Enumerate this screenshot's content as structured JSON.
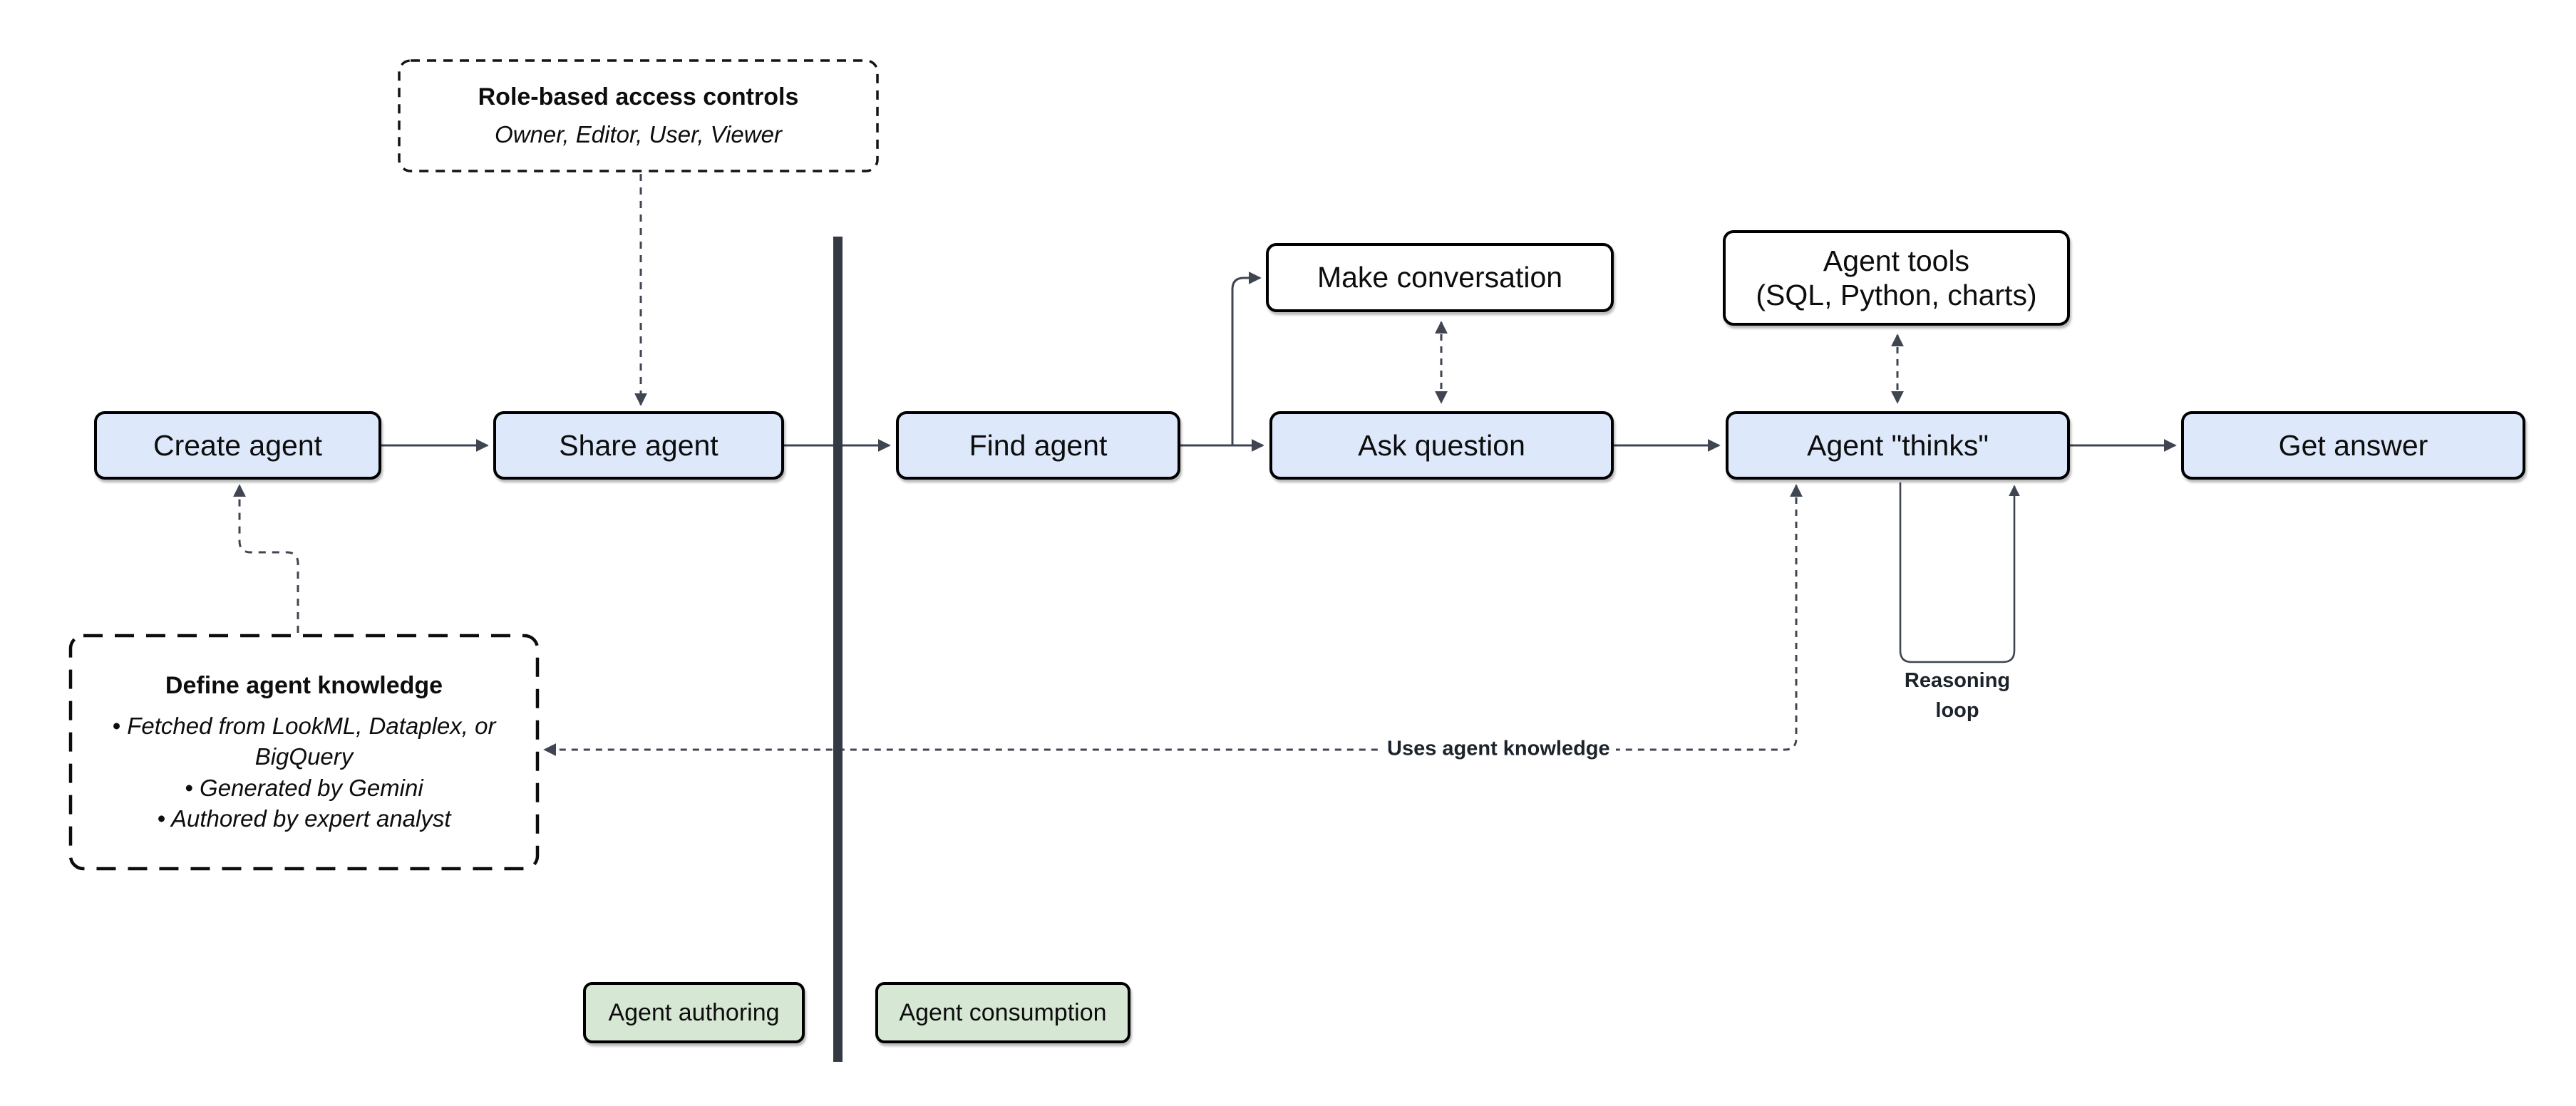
{
  "diagram": {
    "title_hint": "Agent authoring and consumption flow",
    "colors": {
      "node_fill": "#dde9fb",
      "plain_fill": "#ffffff",
      "lane_fill": "#d6e8d4",
      "node_border": "#000000",
      "connector": "#3f4651",
      "divider": "#333a44"
    },
    "nodes": {
      "create_agent": {
        "label": "Create agent"
      },
      "share_agent": {
        "label": "Share agent"
      },
      "find_agent": {
        "label": "Find agent"
      },
      "make_conversation": {
        "label": "Make conversation"
      },
      "ask_question": {
        "label": "Ask question"
      },
      "agent_tools": {
        "label_line1": "Agent tools",
        "label_line2": "(SQL, Python, charts)"
      },
      "agent_thinks": {
        "label": "Agent \"thinks\""
      },
      "get_answer": {
        "label": "Get answer"
      }
    },
    "annotations": {
      "role_box": {
        "title": "Role-based access controls",
        "subtitle": "Owner, Editor, User, Viewer"
      },
      "define_box": {
        "title": "Define agent knowledge",
        "bullets": [
          "Fetched from LookML, Dataplex, or BigQuery",
          "Generated by Gemini",
          "Authored by expert analyst"
        ]
      },
      "reasoning_loop_label": "Reasoning loop",
      "uses_knowledge_label": "Uses agent knowledge"
    },
    "lanes": {
      "authoring": "Agent authoring",
      "consumption": "Agent consumption"
    }
  }
}
